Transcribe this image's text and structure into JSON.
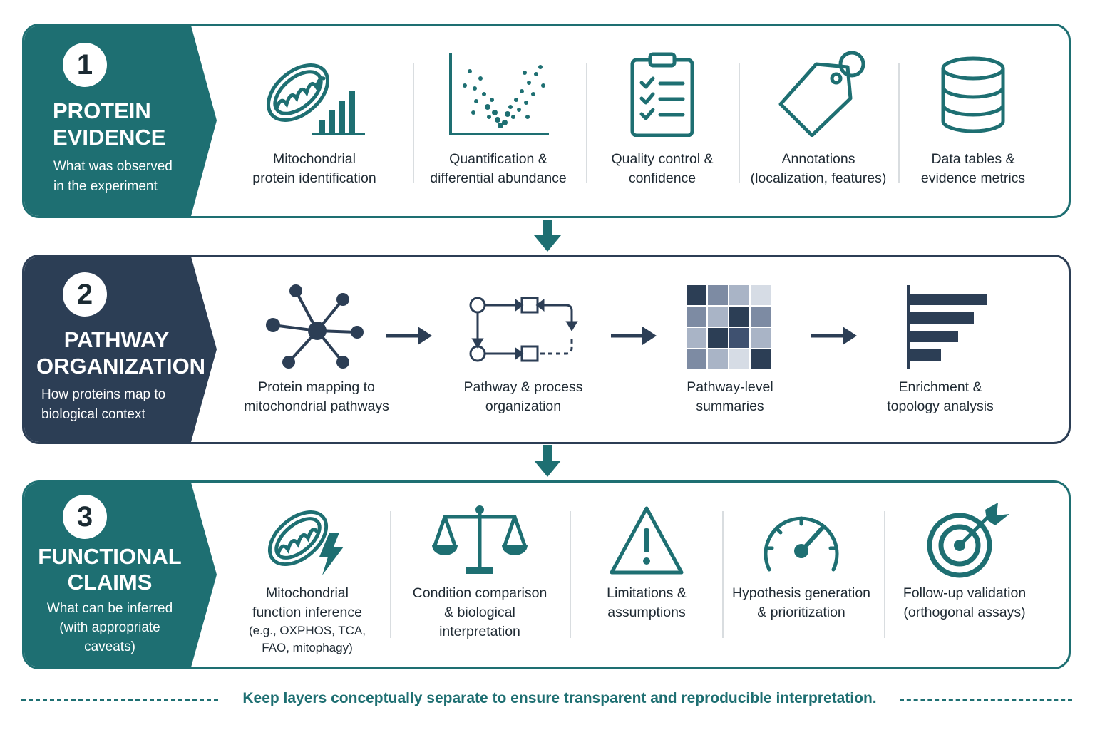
{
  "layers": [
    {
      "number": "1",
      "title_lines": [
        "PROTEIN",
        "EVIDENCE"
      ],
      "subtitle_lines": [
        "What was observed",
        "in the experiment"
      ],
      "color": "#1e6f72",
      "items": [
        {
          "icon": "mitochondrion-bar-chart-icon",
          "lines": [
            "Mitochondrial",
            "protein identification"
          ]
        },
        {
          "icon": "volcano-plot-icon",
          "lines": [
            "Quantification &",
            "differential abundance"
          ]
        },
        {
          "icon": "checklist-clipboard-icon",
          "lines": [
            "Quality control &",
            "confidence"
          ]
        },
        {
          "icon": "tag-icon",
          "lines": [
            "Annotations",
            "(localization, features)"
          ]
        },
        {
          "icon": "database-icon",
          "lines": [
            "Data tables &",
            "evidence metrics"
          ]
        }
      ]
    },
    {
      "number": "2",
      "title_lines": [
        "PATHWAY",
        "ORGANIZATION"
      ],
      "subtitle_lines": [
        "How proteins map to",
        "biological context"
      ],
      "color": "#2c3e55",
      "items": [
        {
          "icon": "network-hub-icon",
          "lines": [
            "Protein mapping to",
            "mitochondrial pathways"
          ]
        },
        {
          "icon": "process-flow-icon",
          "lines": [
            "Pathway & process",
            "organization"
          ]
        },
        {
          "icon": "heatmap-icon",
          "lines": [
            "Pathway-level",
            "summaries"
          ]
        },
        {
          "icon": "horizontal-bar-chart-icon",
          "lines": [
            "Enrichment &",
            "topology analysis"
          ]
        }
      ]
    },
    {
      "number": "3",
      "title_lines": [
        "FUNCTIONAL",
        "CLAIMS"
      ],
      "subtitle_lines": [
        "What can be inferred",
        "(with appropriate",
        "caveats)"
      ],
      "color": "#1e6f72",
      "items": [
        {
          "icon": "mitochondrion-lightning-icon",
          "lines": [
            "Mitochondrial",
            "function inference"
          ],
          "small_lines": [
            "(e.g., OXPHOS, TCA,",
            "FAO, mitophagy)"
          ]
        },
        {
          "icon": "balance-scale-icon",
          "lines": [
            "Condition comparison",
            "& biological",
            "interpretation"
          ]
        },
        {
          "icon": "warning-triangle-icon",
          "lines": [
            "Limitations &",
            "assumptions"
          ]
        },
        {
          "icon": "gauge-icon",
          "lines": [
            "Hypothesis generation",
            "& prioritization"
          ]
        },
        {
          "icon": "target-arrow-icon",
          "lines": [
            "Follow-up validation",
            "(orthogonal assays)"
          ]
        }
      ]
    }
  ],
  "footer": "Keep layers conceptually separate to ensure transparent and reproducible interpretation.",
  "colors": {
    "teal": "#1e6f72",
    "navy": "#2c3e55",
    "heat_dark": "#2c3e55",
    "heat_light": "#d6dce5"
  }
}
